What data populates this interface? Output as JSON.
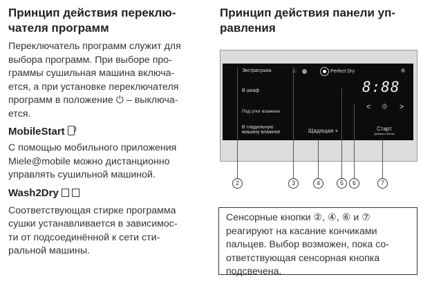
{
  "left": {
    "title_lines": [
      "Принцип действия переклю-",
      "чателя программ"
    ],
    "intro_lines": [
      "Переключатель программ служит для",
      "выбора программ. При выборе про-",
      "граммы сушильная машина включа-",
      "ется, а при установке переключателя",
      "программ в положение ⏻ – выключа-",
      "ется."
    ],
    "mobilestart_title": "MobileStart",
    "mobilestart_lines": [
      "С помощью мобильного приложения",
      "Miele@mobile можно дистанционно",
      "управлять сушильной машиной."
    ],
    "wash2dry_title": "Wash2Dry",
    "wash2dry_lines": [
      "Соответствующая стирке программа",
      "сушки устанавливается в зависимос-",
      "ти от подсоединённой к сети сти-",
      "ральной машины."
    ]
  },
  "right": {
    "title_lines": [
      "Принцип действия панели уп-",
      "равления"
    ],
    "panel": {
      "programs": [
        "Экстрасушка",
        "В шкаф",
        "Под утюг влажное",
        "В гладильную",
        "машину влажное"
      ],
      "perfect_dry": "Perfect Dry",
      "display": "8:88",
      "gentle": "Щадящая +",
      "start": "Старт",
      "start_sub": "Добавить бельё",
      "nav": [
        "<",
        "⟐",
        ">"
      ]
    },
    "callouts": [
      "2",
      "3",
      "4",
      "5",
      "6",
      "7"
    ],
    "note_lines": [
      "Сенсорные кнопки ②, ④, ⑥ и ⑦",
      "реагируют на касание кончиками",
      "пальцев. Выбор возможен, пока со-",
      "ответствующая сенсорная кнопка",
      "подсвечена."
    ]
  }
}
